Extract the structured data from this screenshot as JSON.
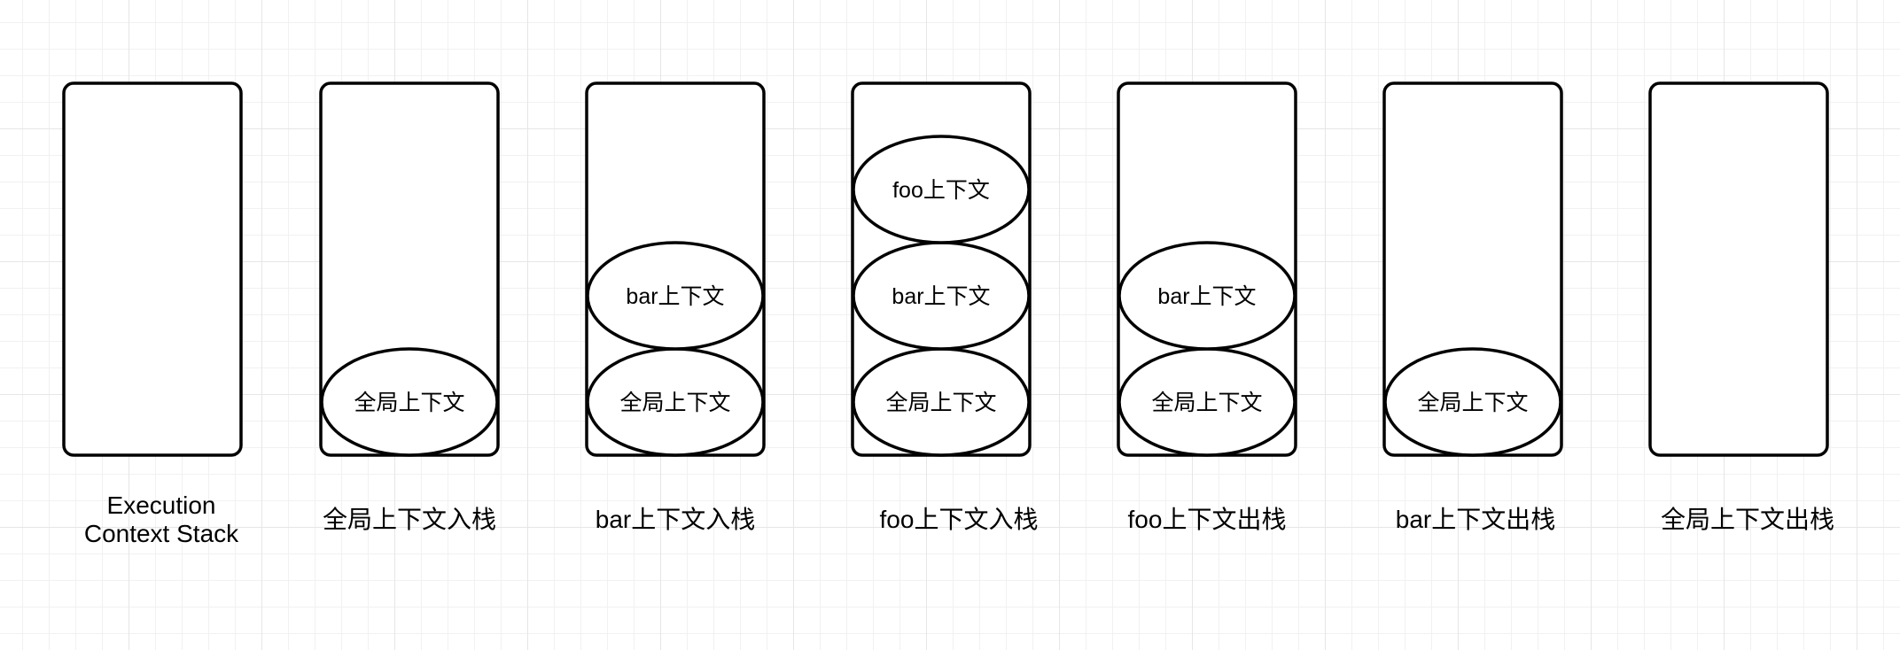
{
  "stages": [
    {
      "caption": [
        "Execution",
        "Context Stack"
      ],
      "frames": []
    },
    {
      "caption": [
        "全局上下文入栈"
      ],
      "frames": [
        "全局上下文"
      ]
    },
    {
      "caption": [
        "bar上下文入栈"
      ],
      "frames": [
        "全局上下文",
        "bar上下文"
      ]
    },
    {
      "caption": [
        "foo上下文入栈"
      ],
      "frames": [
        "全局上下文",
        "bar上下文",
        "foo上下文"
      ]
    },
    {
      "caption": [
        "foo上下文出栈"
      ],
      "frames": [
        "全局上下文",
        "bar上下文"
      ]
    },
    {
      "caption": [
        "bar上下文出栈"
      ],
      "frames": [
        "全局上下文"
      ]
    },
    {
      "caption": [
        "全局上下文出栈"
      ],
      "frames": []
    }
  ]
}
